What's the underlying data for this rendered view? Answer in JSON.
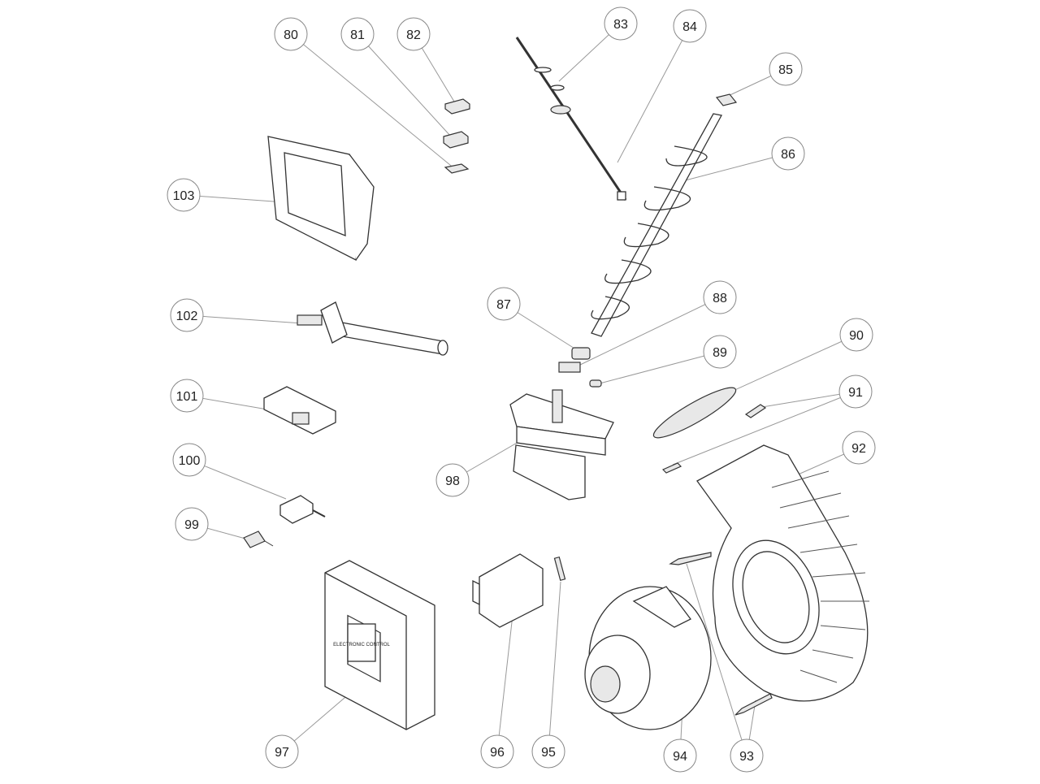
{
  "diagram": {
    "type": "exploded-parts-diagram",
    "callouts": [
      "80",
      "81",
      "82",
      "83",
      "84",
      "85",
      "86",
      "87",
      "88",
      "89",
      "90",
      "91",
      "92",
      "93",
      "94",
      "95",
      "96",
      "97",
      "98",
      "99",
      "100",
      "101",
      "102",
      "103"
    ],
    "label_sticker_text": "ELECTRONIC CONTROL"
  }
}
